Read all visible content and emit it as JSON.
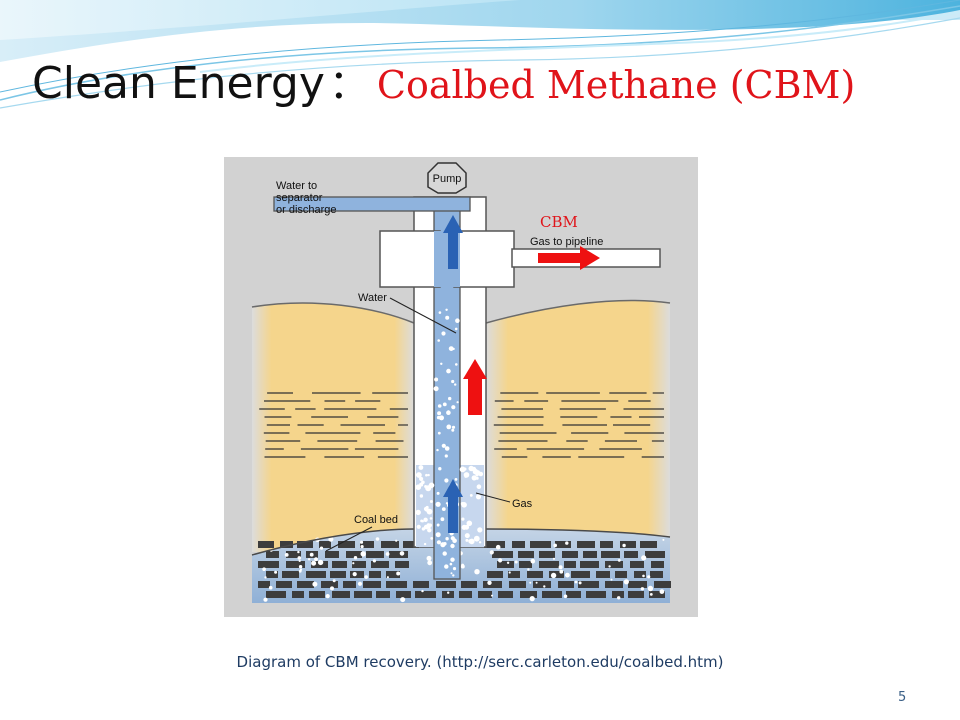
{
  "slide": {
    "title_main": "Clean Energy",
    "title_separator": "：",
    "title_sub": "Coalbed Methane (CBM)",
    "caption": "Diagram of CBM recovery. (http://serc.carleton.edu/coalbed.htm)",
    "page_number": "5"
  },
  "diagram": {
    "labels": {
      "pump": "Pump",
      "water_to_1": "Water to",
      "water_to_2": "separator",
      "water_to_3": "or discharge",
      "gas_to_pipeline": "Gas to pipeline",
      "cbm": "CBM",
      "water": "Water",
      "gas": "Gas",
      "coal_bed": "Coal bed"
    }
  },
  "colors": {
    "title_accent": "#e0141a",
    "caption": "#1f3c63",
    "arrow_red": "#ee1111",
    "arrow_blue": "#2a62b4",
    "sandstone": "#f5d58c",
    "background_gray": "#d2d2d2"
  }
}
